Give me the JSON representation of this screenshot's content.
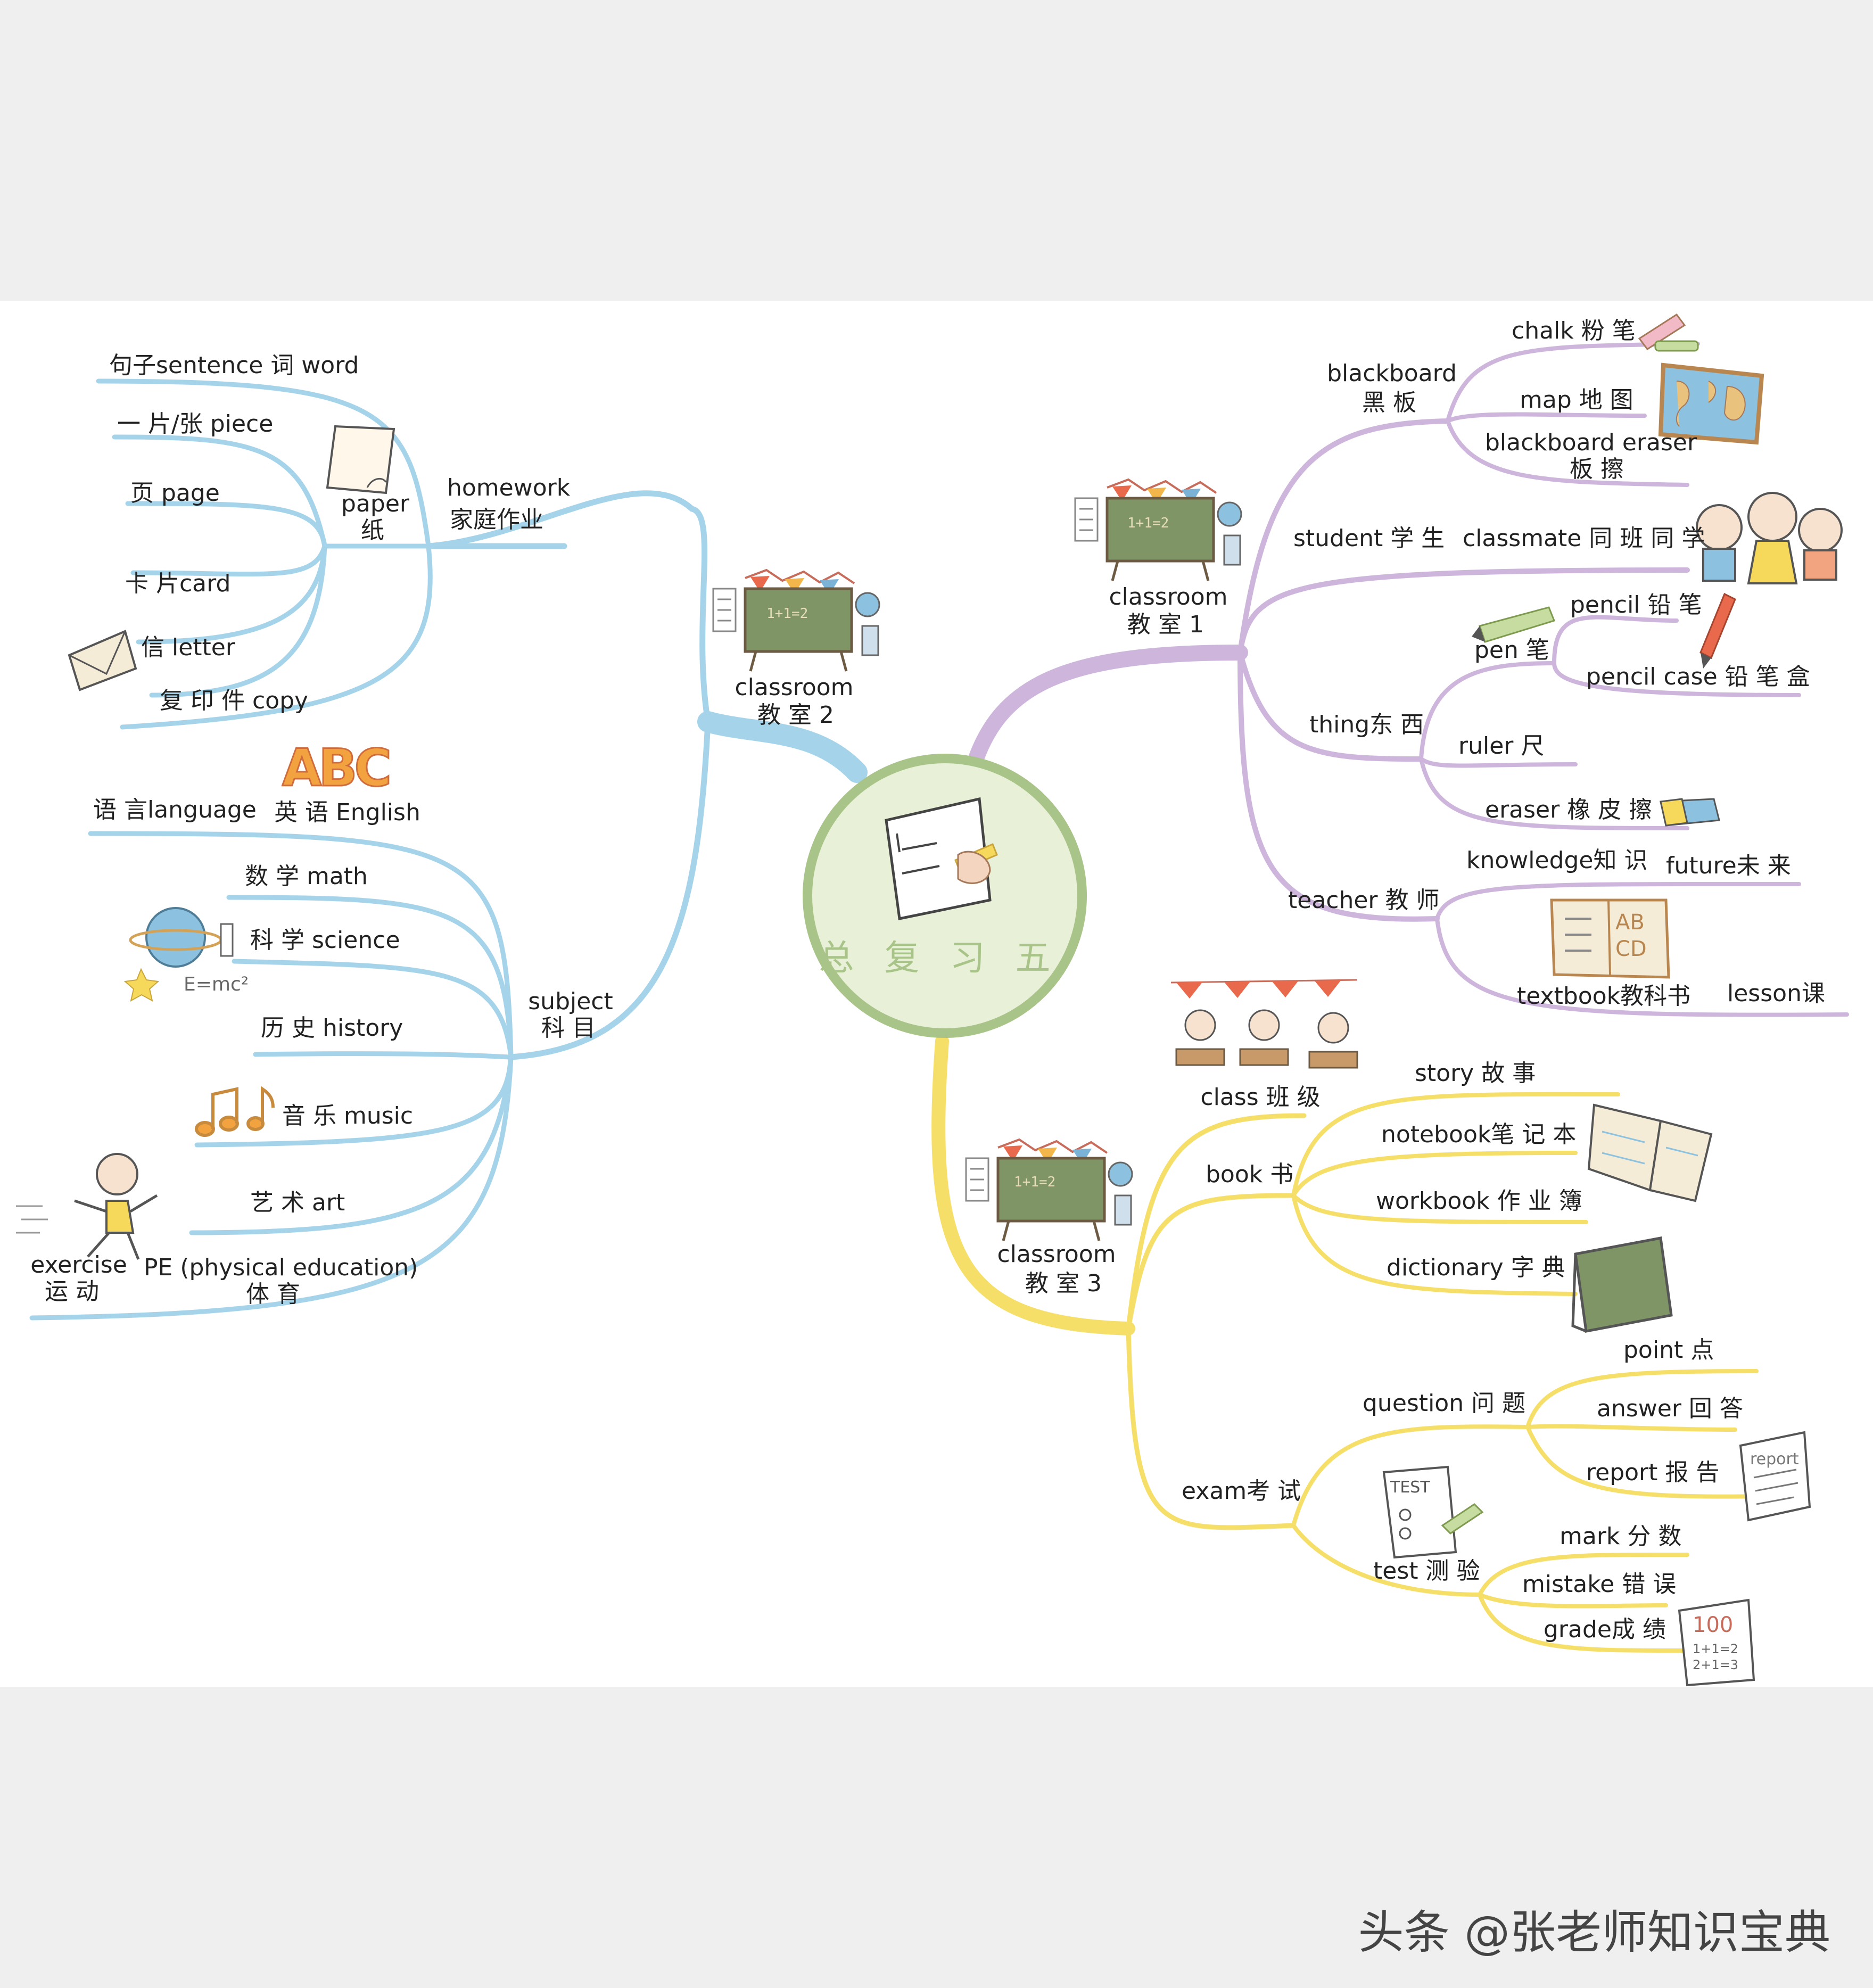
{
  "center": {
    "title": "总 复 习 五"
  },
  "branches": {
    "classroom2": {
      "name": "classroom",
      "name_cn": "教 室 2",
      "homework": {
        "name": "homework",
        "name_cn": "家庭作业",
        "paper": {
          "name": "paper",
          "name_cn": "纸"
        },
        "items": [
          "句子sentence  词 word",
          "一 片/张 piece",
          "页 page",
          "卡 片card",
          "信 letter",
          "复 印 件 copy"
        ]
      },
      "subject": {
        "name": "subject",
        "name_cn": "科 目",
        "items": [
          "语 言language",
          "英 语 English",
          "数 学 math",
          "科 学 science",
          "历 史 history",
          "音 乐 music",
          "艺 术 art",
          "PE (physical education)",
          "体 育",
          "exercise",
          "运 动"
        ]
      }
    },
    "classroom1": {
      "name": "classroom",
      "name_cn": "教 室 1",
      "blackboard": {
        "name": "blackboard",
        "name_cn": "黑 板",
        "items": [
          "chalk 粉 笔",
          "map 地 图",
          "blackboard eraser",
          "板 擦"
        ]
      },
      "student": {
        "name": "student 学 生",
        "items": [
          "classmate 同 班 同 学"
        ]
      },
      "thing": {
        "name": "thing东 西",
        "pen": {
          "name": "pen 笔",
          "items": [
            "pencil 铅 笔",
            "pencil case 铅 笔 盒"
          ]
        },
        "items": [
          "ruler 尺",
          "eraser 橡 皮 擦"
        ]
      },
      "teacher": {
        "name": "teacher 教 师",
        "items": [
          "knowledge知 识",
          "future未 来",
          "textbook教科书",
          "lesson课"
        ]
      }
    },
    "classroom3": {
      "name": "classroom",
      "name_cn": "教 室 3",
      "class": {
        "name": "class 班 级"
      },
      "book": {
        "name": "book 书",
        "items": [
          "story 故 事",
          "notebook笔 记 本",
          "workbook 作 业 簿",
          "dictionary 字 典"
        ]
      },
      "exam": {
        "name": "exam考 试",
        "question": {
          "name": "question 问 题",
          "items": [
            "point 点",
            "answer 回 答",
            "report 报 告"
          ]
        },
        "test": {
          "name": "test 测 验",
          "items": [
            "mark 分 数",
            "mistake 错 误",
            "grade成 绩"
          ]
        }
      }
    }
  },
  "icons": {
    "blackboard_text": "1+1=2",
    "emc2": "E=mc²",
    "abc": "ABC",
    "ab_cd": [
      "AB",
      "CD"
    ],
    "test_paper": "TEST",
    "report_paper": "report",
    "score_paper": "100",
    "score_lines": [
      "1+1=2",
      "2+1=3"
    ]
  },
  "colors": {
    "blue": "#a5d4ea",
    "purple": "#cdb5dc",
    "yellow": "#f6df68",
    "green": "#a9c489",
    "center_fill": "#e8f0d8"
  },
  "watermark": "头条 @张老师知识宝典"
}
